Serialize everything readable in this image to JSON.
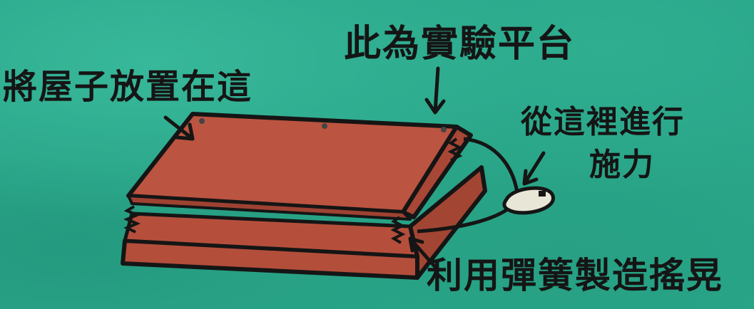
{
  "labels": {
    "place_house": "將屋子放置在這",
    "platform": "此為實驗平台",
    "force_line1": "從這裡進行",
    "force_line2": "施力",
    "spring": "利用彈簧製造搖晃"
  },
  "colors": {
    "background": "#2aa689",
    "board": "#b8523e",
    "ink": "#151515"
  }
}
